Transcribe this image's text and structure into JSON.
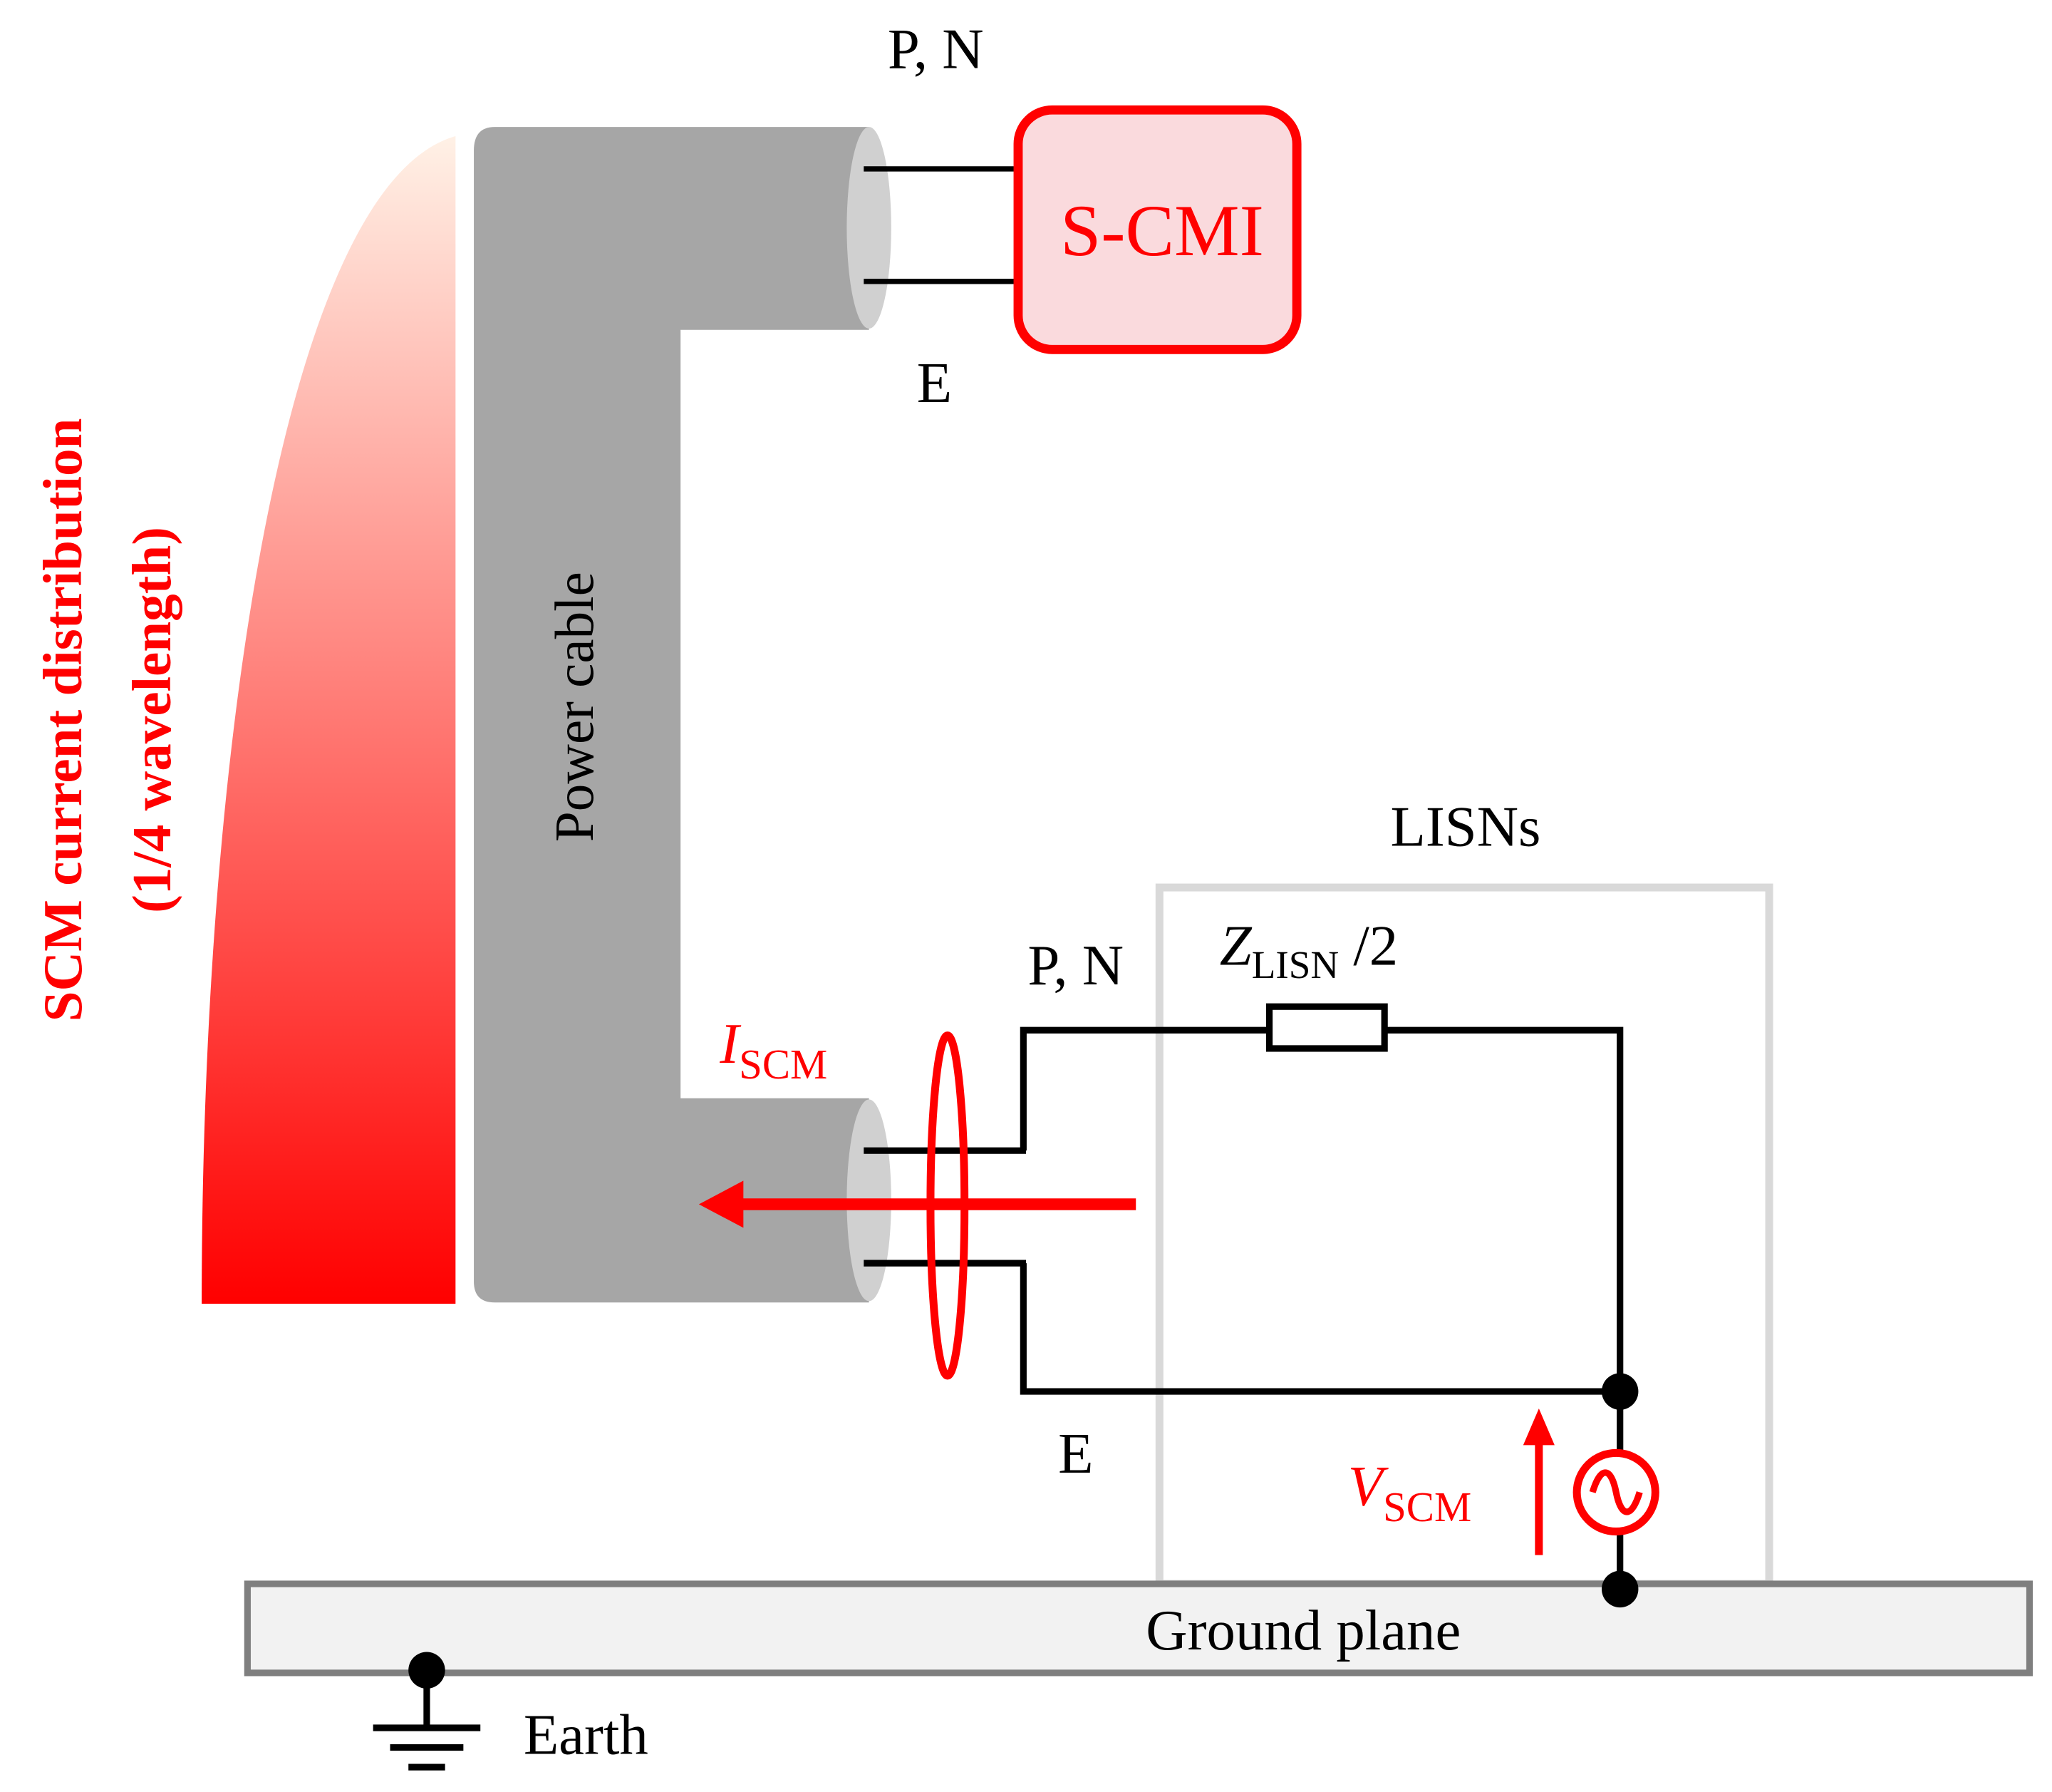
{
  "labels": {
    "top_pn": "P, N",
    "top_e": "E",
    "scmi": "S-CMI",
    "power_cable": "Power cable",
    "lisns": "LISNs",
    "bottom_pn": "P, N",
    "bottom_e": "E",
    "z_main": "Z",
    "z_sub": "LISN",
    "z_div": " /2",
    "i_main": "I",
    "i_sub": "SCM",
    "v_main": "V",
    "v_sub": "SCM",
    "ground_plane": "Ground plane",
    "earth": "Earth",
    "distribution_line1": "SCM current distribution",
    "distribution_line2": "(1/4 wavelength)"
  },
  "colors": {
    "red": "#ff0000",
    "cable_gray": "#a6a6a6",
    "cable_end": "#d0d0d0",
    "scmi_fill": "#fadadd",
    "lisn_border": "#d9d9d9",
    "ground_fill": "#f2f2f2"
  }
}
